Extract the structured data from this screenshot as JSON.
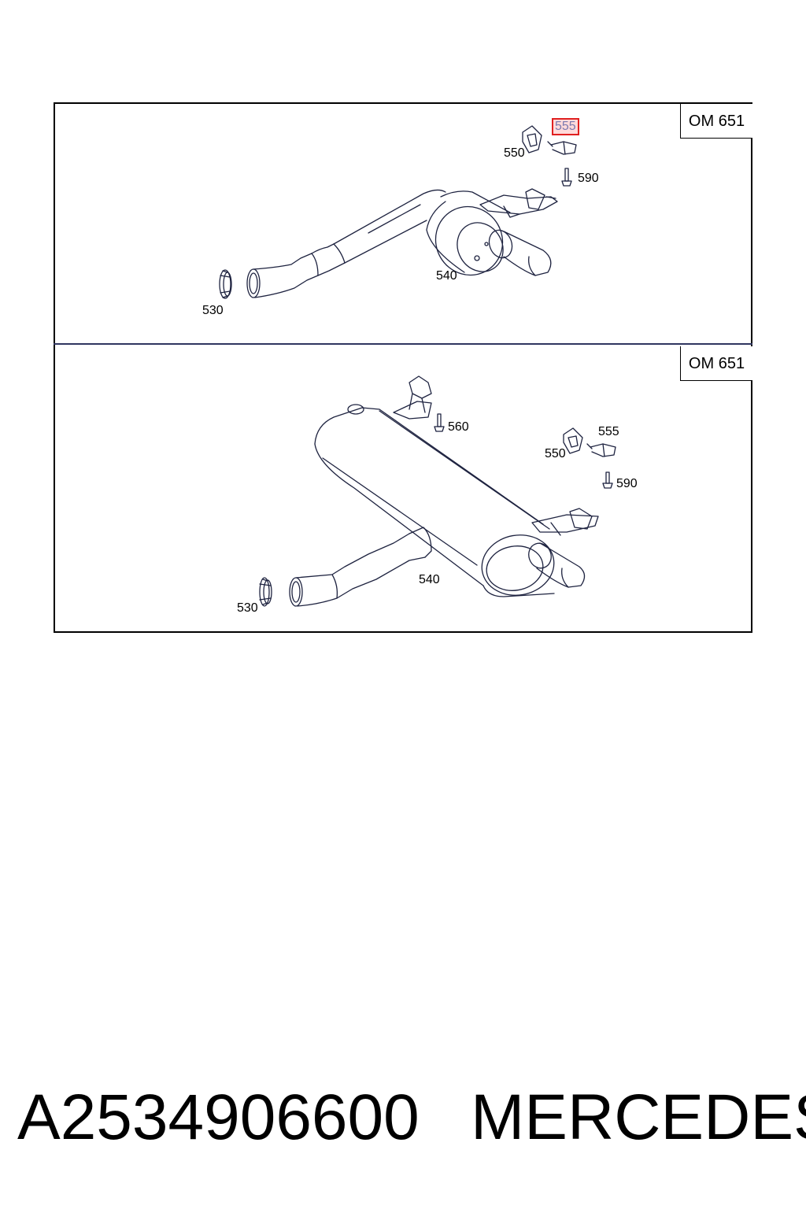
{
  "diagram": {
    "panels": [
      {
        "variant_label": "OM 651",
        "callouts": {
          "c550": "550",
          "c555": "555",
          "c590": "590",
          "c540": "540",
          "c530": "530"
        }
      },
      {
        "variant_label": "OM 651",
        "callouts": {
          "c560": "560",
          "c555": "555",
          "c550": "550",
          "c590": "590",
          "c540": "540",
          "c530": "530"
        }
      }
    ],
    "highlighted_callout": "555"
  },
  "footer": {
    "part_number": "A2534906600",
    "brand": "MERCEDES"
  },
  "colors": {
    "line": "#1e2340",
    "highlight_border": "#e02020",
    "highlight_fill": "#ff9696"
  }
}
